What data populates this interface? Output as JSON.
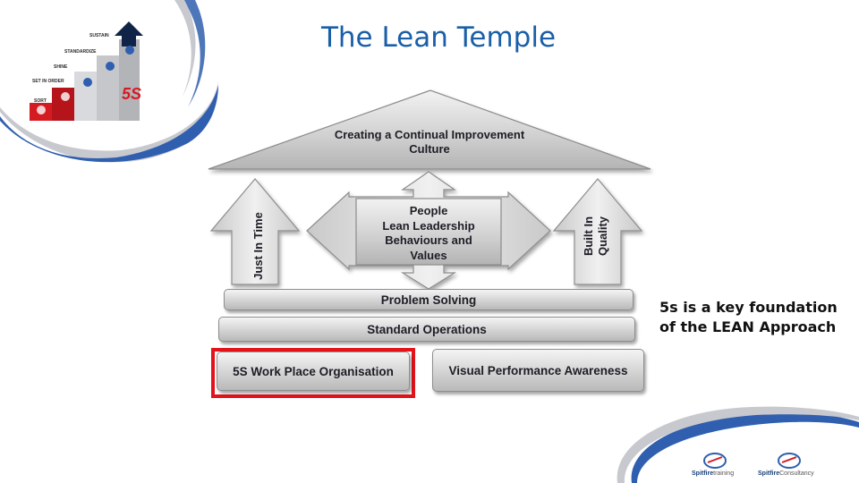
{
  "title": "The Lean Temple",
  "roof": {
    "line1": "Creating a Continual Improvement",
    "line2": "Culture"
  },
  "pillars": {
    "left": "Just In Time",
    "right_line1": "Built In",
    "right_line2": "Quality"
  },
  "center": {
    "line1": "People",
    "line2": "Lean Leadership",
    "line3": "Behaviours and",
    "line4": "Values"
  },
  "foundation": {
    "problem_solving": "Problem Solving",
    "standard_operations": "Standard Operations",
    "five_s": "5S Work Place Organisation",
    "visual_performance": "Visual Performance Awareness"
  },
  "note": {
    "line1": "5s is a key foundation",
    "line2": "of the LEAN Approach"
  },
  "stairs": {
    "steps": [
      "SORT",
      "SET IN ORDER",
      "SHINE",
      "STANDARDIZE",
      "SUSTAIN"
    ],
    "badge": "5S"
  },
  "logos": {
    "left_brand": "Spitfire",
    "left_suffix": "training",
    "right_brand": "Spitfire",
    "right_suffix": "Consultancy"
  },
  "colors": {
    "title": "#1a5fa8",
    "highlight": "#e3121b",
    "swoosh_blue": "#2f5fae",
    "swoosh_grey": "#c8c9cf"
  }
}
